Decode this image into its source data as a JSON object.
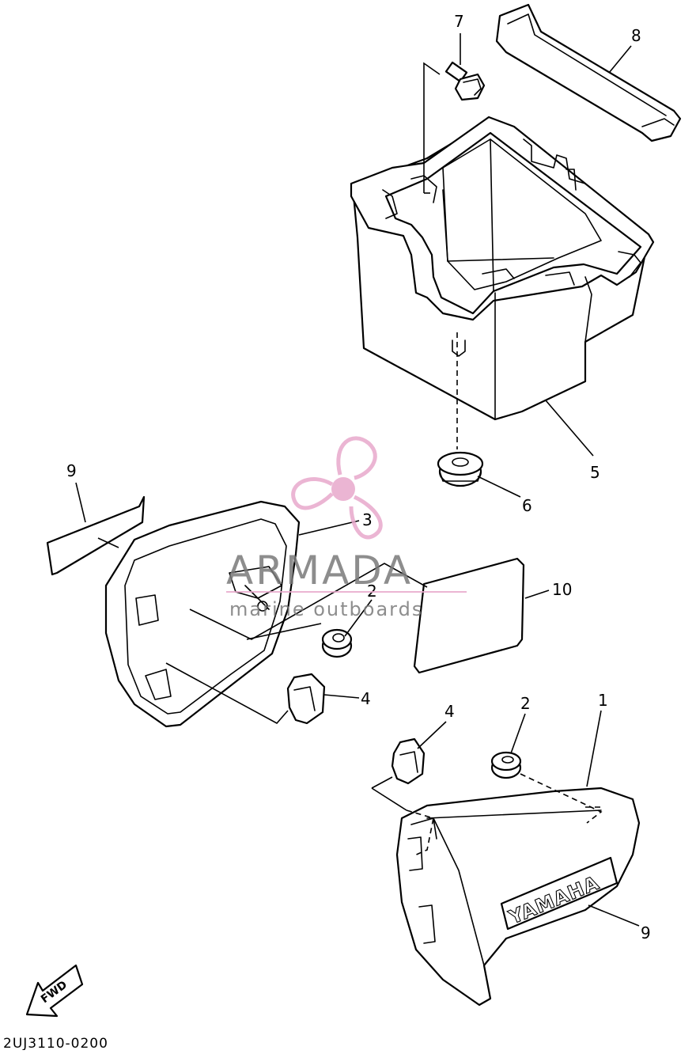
{
  "diagram": {
    "drawing_code": "2UJ3110-0200",
    "fwd_arrow_label": "FWD",
    "emblem_text": "YAMAHA",
    "callouts": {
      "c1": "1",
      "c2a": "2",
      "c2b": "2",
      "c3": "3",
      "c4a": "4",
      "c4b": "4",
      "c5": "5",
      "c6": "6",
      "c7": "7",
      "c8": "8",
      "c9a": "9",
      "c9b": "9",
      "c10": "10"
    }
  },
  "watermark": {
    "brand": "ARMADA",
    "tagline": "marine outboards",
    "logo_color": "#e8a9cc"
  }
}
